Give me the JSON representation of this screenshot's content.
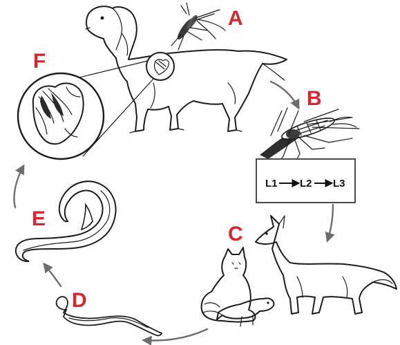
{
  "labels": {
    "a": "A",
    "b": "B",
    "c": "C",
    "d": "D",
    "e": "E",
    "f": "F"
  },
  "larval_box": {
    "l1": "L1",
    "l2": "L2",
    "l3": "L3"
  },
  "colors": {
    "label": "#d9262c",
    "ink": "#1b1b1b",
    "arrow": "#6d6d6d"
  }
}
